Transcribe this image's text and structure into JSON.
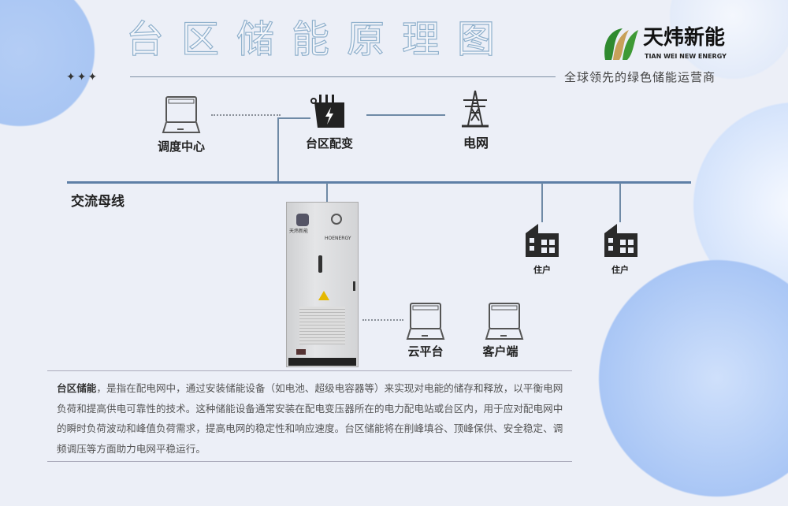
{
  "title": "台区储能原理图",
  "logo": {
    "name": "天炜新能",
    "english": "TIAN WEI NEW ENERGY",
    "slogan": "全球领先的绿色储能运营商"
  },
  "decor": {
    "stars": "✦✦✦"
  },
  "nodes": {
    "dispatch": "调度中心",
    "transformer": "台区配变",
    "grid": "电网",
    "bus": "交流母线",
    "cloud": "云平台",
    "client": "客户端",
    "resident1": "住户",
    "resident2": "住户"
  },
  "cabinet": {
    "brand1": "天炜新能",
    "brand2": "HOENERGY"
  },
  "description": {
    "term": "台区储能",
    "body": "，是指在配电网中，通过安装储能设备（如电池、超级电容器等）来实现对电能的储存和释放，以平衡电网负荷和提高供电可靠性的技术。这种储能设备通常安装在配电变压器所在的电力配电站或台区内，用于应对配电网中的瞬时负荷波动和峰值负荷需求，提高电网的稳定性和响应速度。台区储能将在削峰填谷、顶峰保供、安全稳定、调频调压等方面助力电网平稳运行。"
  }
}
